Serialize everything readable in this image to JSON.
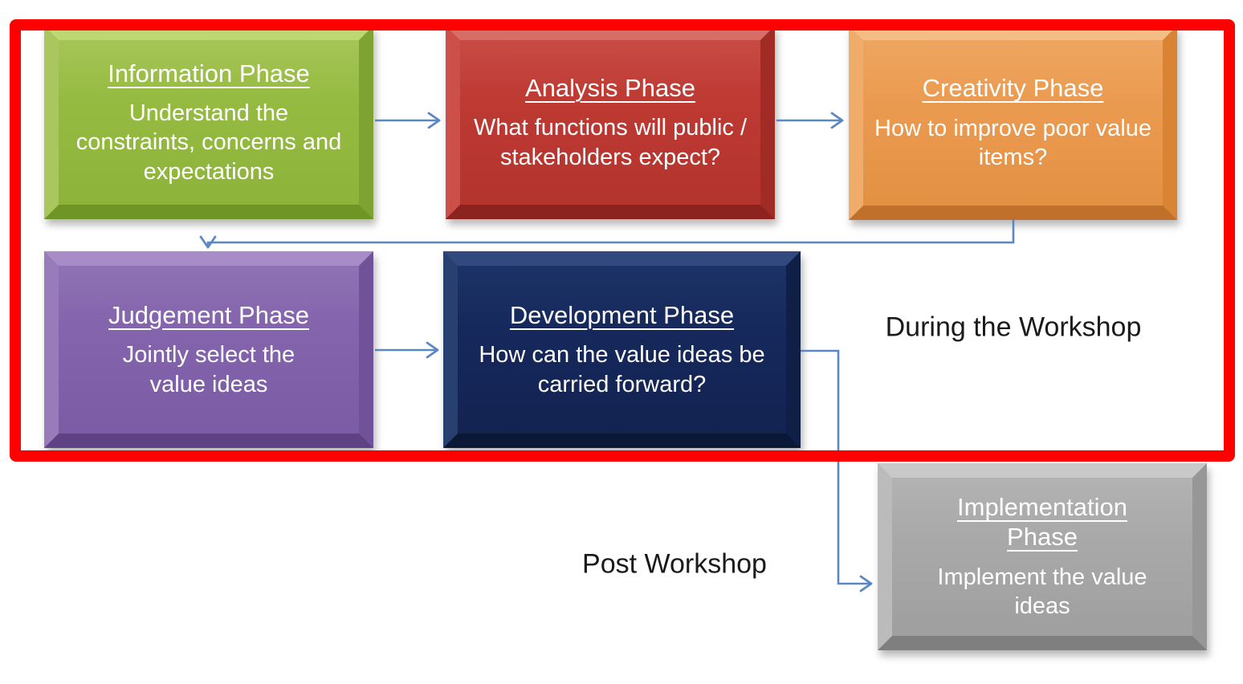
{
  "diagram": {
    "boxes": [
      {
        "id": "information",
        "title": "Information Phase",
        "body": "Understand the constraints, concerns and expectations",
        "color": "#96bb41"
      },
      {
        "id": "analysis",
        "title": "Analysis Phase",
        "body": "What functions will public / stakeholders expect?",
        "color": "#be3a33"
      },
      {
        "id": "creativity",
        "title": "Creativity Phase",
        "body": "How to improve poor value items?",
        "color": "#eb9b51"
      },
      {
        "id": "judgement",
        "title": "Judgement Phase",
        "body": "Jointly select the value ideas",
        "color": "#8464ac"
      },
      {
        "id": "development",
        "title": "Development Phase",
        "body": "How can the value ideas be carried forward?",
        "color": "#16295c"
      },
      {
        "id": "implementation",
        "title": "Implementation Phase",
        "body": "Implement the value ideas",
        "color": "#a9a9a9"
      }
    ],
    "labels": {
      "during_workshop": "During the Workshop",
      "post_workshop": "Post Workshop"
    },
    "colors": {
      "workshop_highlight_border": "#fe0000",
      "connector_line": "#5b87c5",
      "label_text": "#1a1a1a",
      "box_text": "#ffffff"
    }
  }
}
